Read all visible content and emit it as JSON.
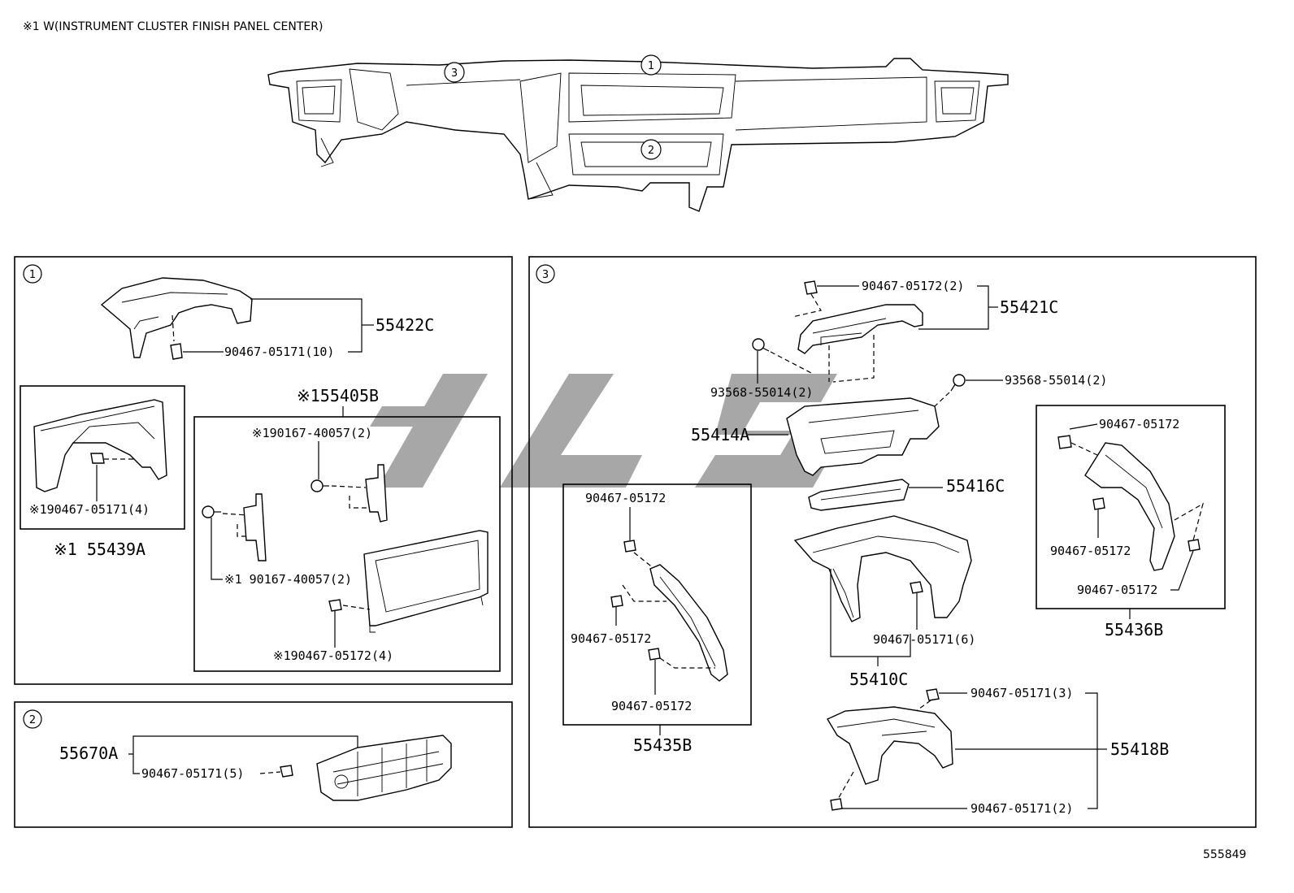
{
  "header": {
    "note": "※1 W(INSTRUMENT CLUSTER FINISH PANEL CENTER)"
  },
  "callouts": {
    "c1": "1",
    "c2": "2",
    "c3": "3"
  },
  "footer": {
    "diagram_number": "555849"
  },
  "panel1": {
    "circle": "1",
    "p55422C": "55422C",
    "clip_55422C": "90467-05171(10)",
    "ref_55405B": "※155405B",
    "screw_a": "※190167-40057(2)",
    "screw_b": "※1 90167-40057(2)",
    "clip_55405B": "※190467-05172(4)",
    "clip_55439A": "※190467-05171(4)",
    "p55439A": "※1 55439A"
  },
  "panel2": {
    "circle": "2",
    "p55670A": "55670A",
    "clip": "90467-05171(5)"
  },
  "panel3": {
    "circle": "3",
    "clip_55421C": "90467-05172(2)",
    "p55421C": "55421C",
    "screw_left": "93568-55014(2)",
    "screw_right": "93568-55014(2)",
    "p55414A": "55414A",
    "p55416C": "55416C",
    "p55435B_clip_top": "90467-05172",
    "p55435B_clip_mid": "90467-05172",
    "p55435B_clip_bot": "90467-05172",
    "p55435B": "55435B",
    "clip_55410C": "90467-05171(6)",
    "p55410C": "55410C",
    "p55436B_clip_top": "90467-05172",
    "p55436B_clip_mid": "90467-05172",
    "p55436B_clip_bot": "90467-05172",
    "p55436B": "55436B",
    "clip_55418B_top": "90467-05171(3)",
    "clip_55418B_bot": "90467-05171(2)",
    "p55418B": "55418B"
  }
}
